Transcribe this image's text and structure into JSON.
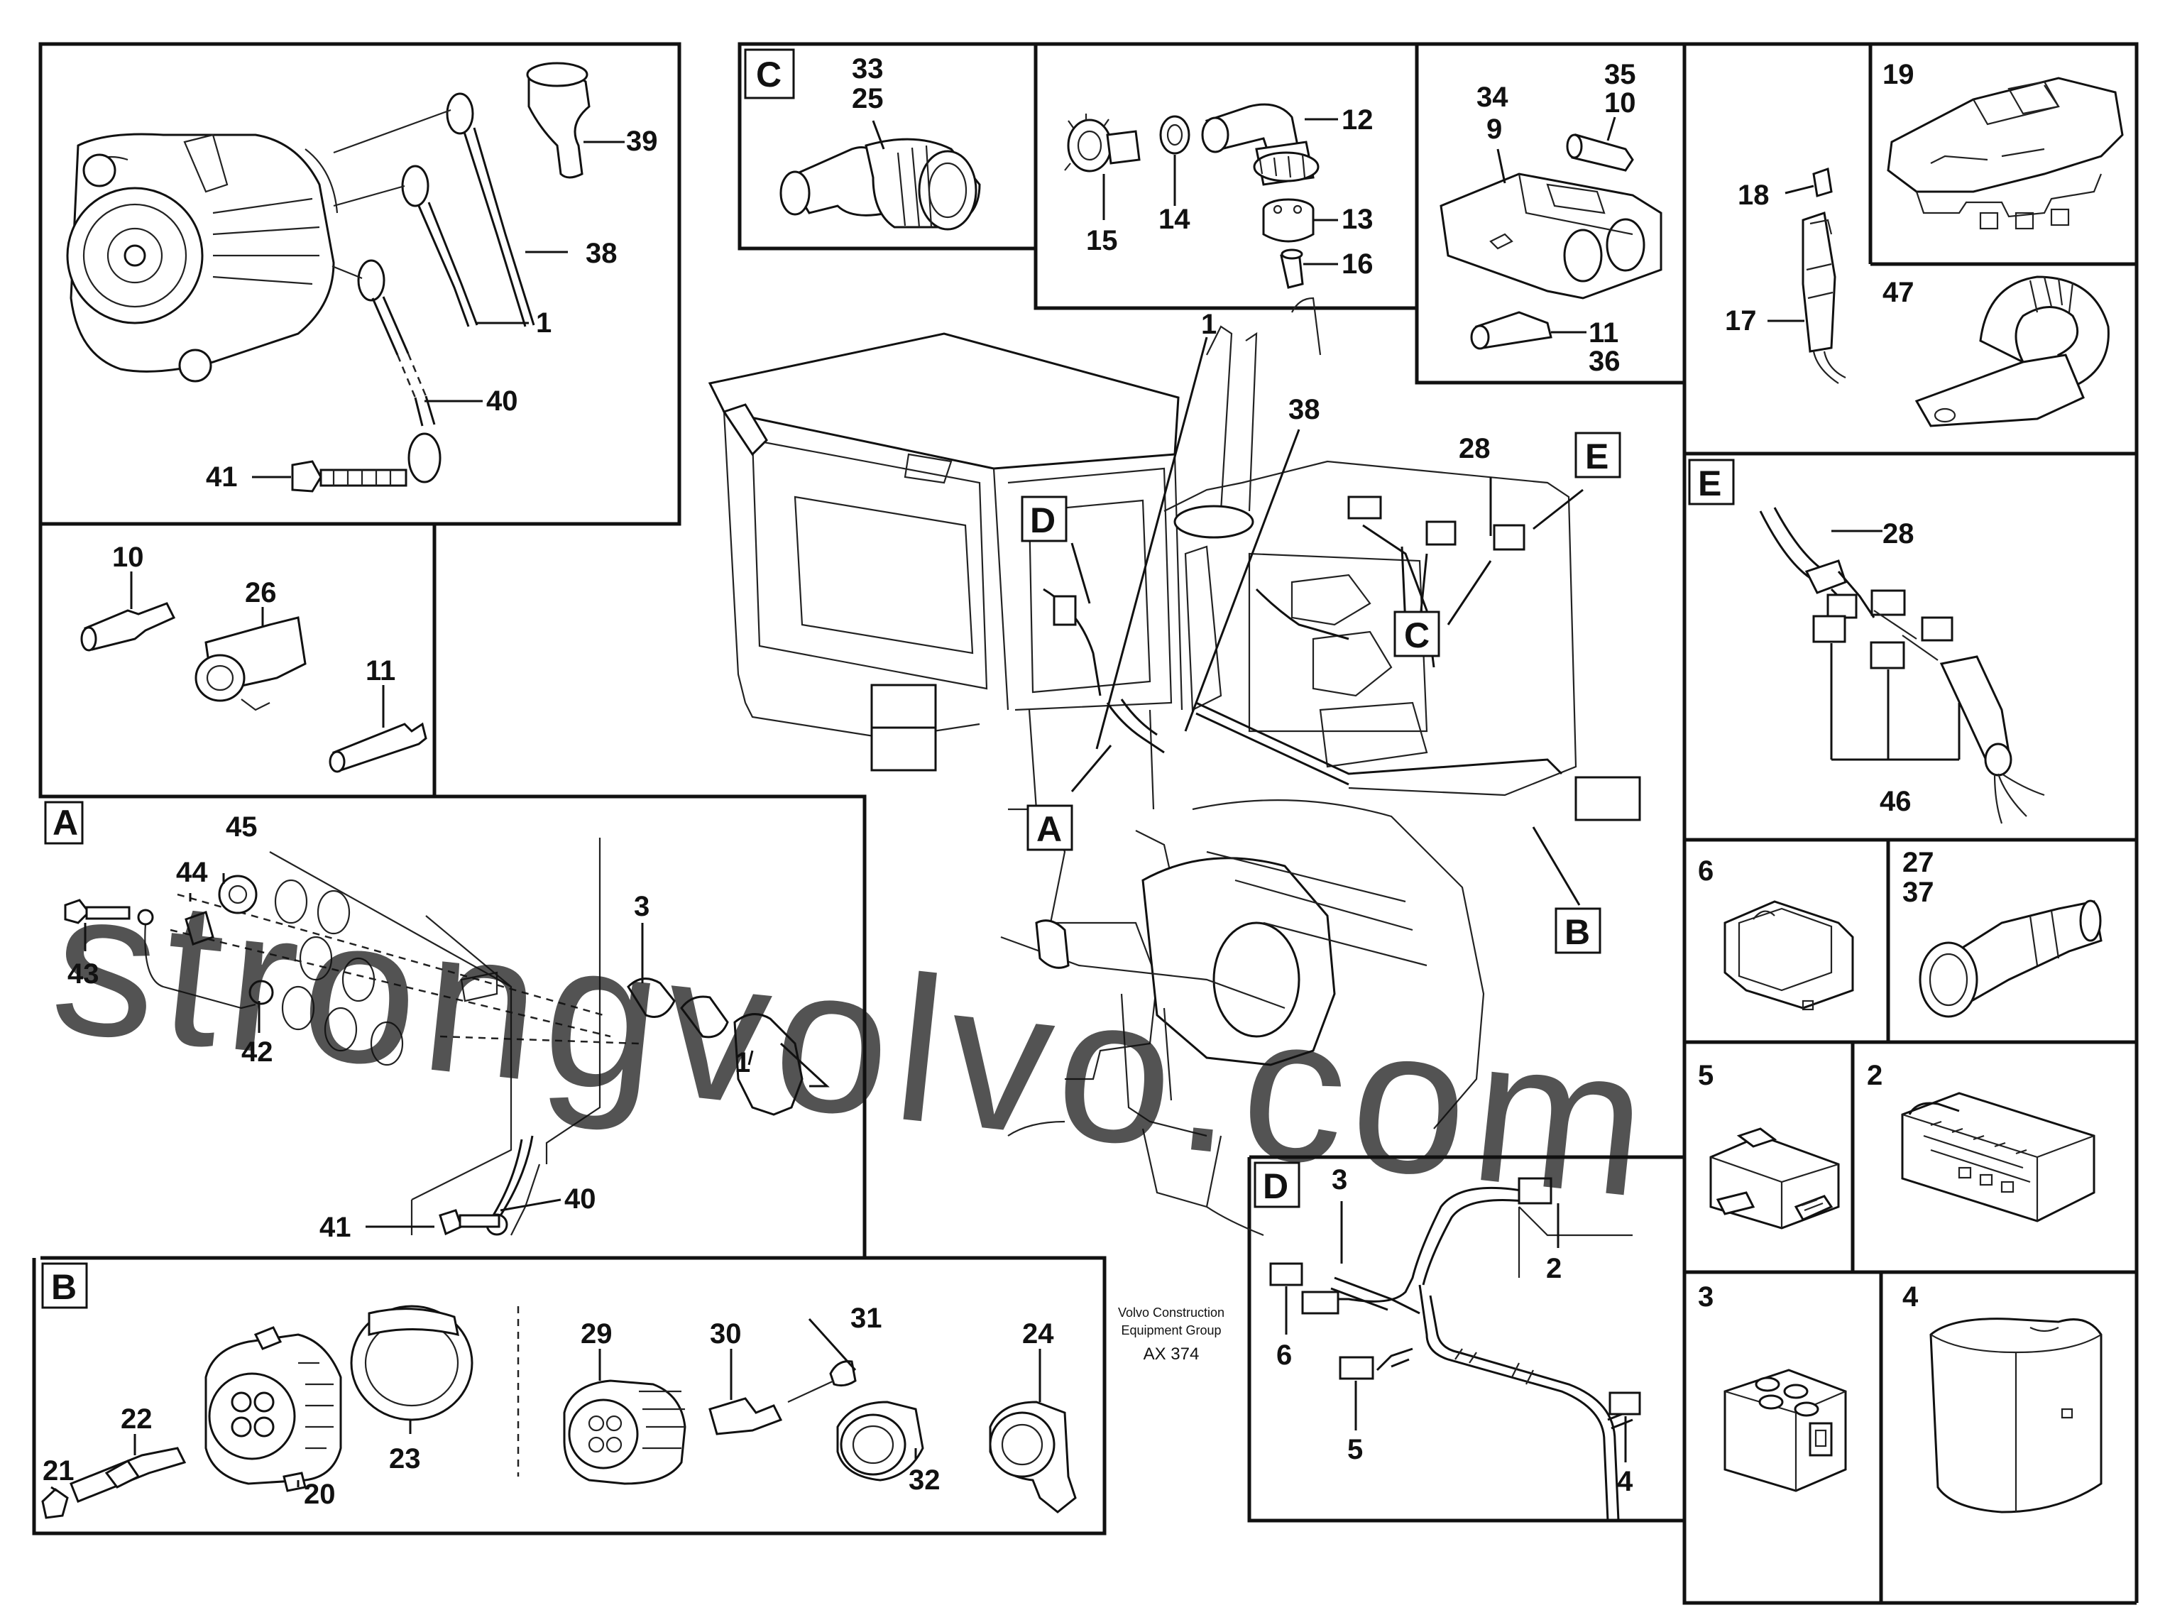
{
  "panels": {
    "alternator": {
      "callouts": [
        "39",
        "38",
        "1",
        "40",
        "41"
      ]
    },
    "connectors_small": {
      "callouts": [
        "10",
        "26",
        "11"
      ]
    },
    "A": {
      "letter": "A",
      "callouts": [
        "45",
        "44",
        "43",
        "42",
        "3",
        "1",
        "41",
        "40"
      ]
    },
    "B": {
      "letter": "B",
      "callouts": [
        "22",
        "21",
        "20",
        "23",
        "29",
        "30",
        "31",
        "32",
        "24"
      ]
    },
    "C": {
      "letter": "C",
      "callouts": [
        "33",
        "25"
      ]
    },
    "C_parts": {
      "callouts": [
        "12",
        "15",
        "14",
        "13",
        "16"
      ]
    },
    "C_plug": {
      "callouts": [
        "34",
        "9",
        "35",
        "10",
        "11",
        "36"
      ]
    },
    "fuse": {
      "callouts": [
        "19",
        "18",
        "17"
      ]
    },
    "clamp": {
      "callouts": [
        "47"
      ]
    },
    "E": {
      "letter": "E",
      "callouts": [
        "28",
        "46"
      ]
    },
    "seal": {
      "callouts": [
        "6"
      ]
    },
    "sleeve": {
      "callouts": [
        "27",
        "37"
      ]
    },
    "housing5": {
      "callouts": [
        "5"
      ]
    },
    "housing2": {
      "callouts": [
        "2"
      ]
    },
    "housing3": {
      "callouts": [
        "3"
      ]
    },
    "housing4": {
      "callouts": [
        "4"
      ]
    },
    "D": {
      "letter": "D",
      "callouts": [
        "3",
        "2",
        "6",
        "5",
        "4"
      ]
    }
  },
  "machine": {
    "callouts": [
      "1",
      "38",
      "28"
    ],
    "locators": [
      "D",
      "E",
      "C",
      "A",
      "B"
    ]
  },
  "credit": {
    "line1": "Volvo Construction",
    "line2": "Equipment Group",
    "code": "AX 374"
  },
  "watermark": "strongvolvo.com"
}
